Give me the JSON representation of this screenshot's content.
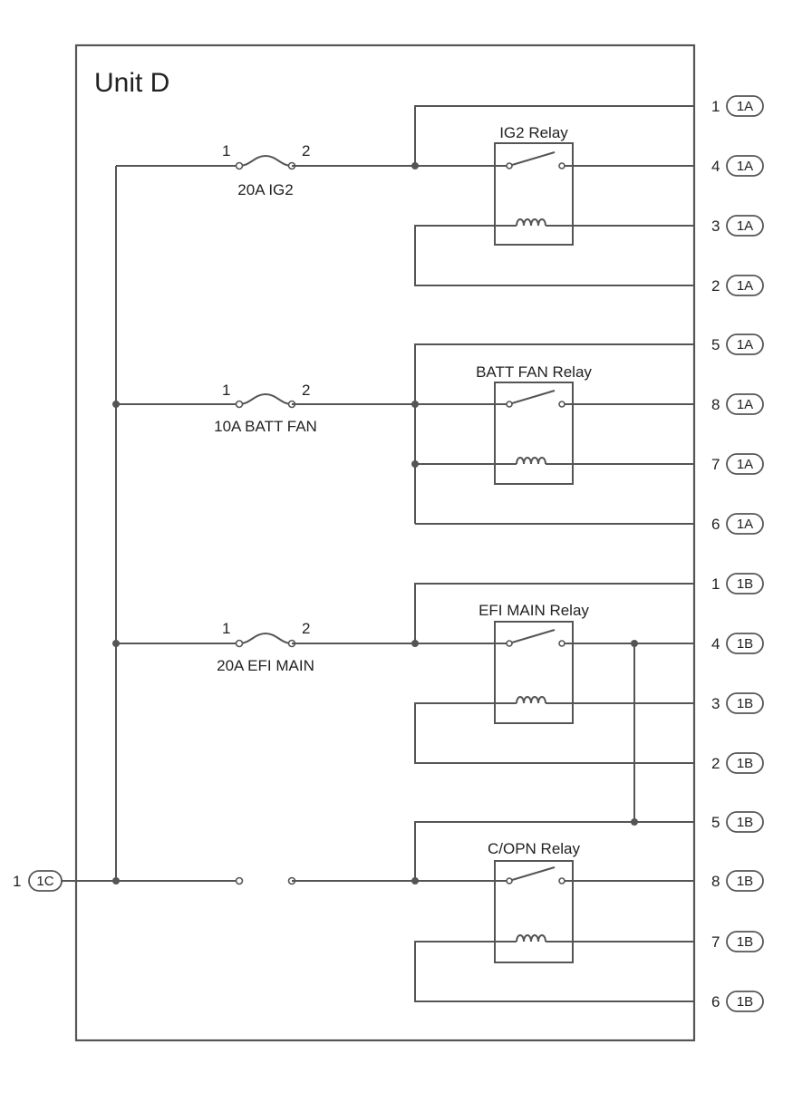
{
  "unit_title": "Unit D",
  "fuses": [
    {
      "label": "20A IG2",
      "pin_in": "1",
      "pin_out": "2"
    },
    {
      "label": "10A BATT FAN",
      "pin_in": "1",
      "pin_out": "2"
    },
    {
      "label": "20A EFI MAIN",
      "pin_in": "1",
      "pin_out": "2"
    }
  ],
  "relays": [
    {
      "label": "IG2 Relay"
    },
    {
      "label": "BATT FAN Relay"
    },
    {
      "label": "EFI MAIN Relay"
    },
    {
      "label": "C/OPN Relay"
    }
  ],
  "connectors_right": [
    {
      "pin": "1",
      "conn": "1A"
    },
    {
      "pin": "4",
      "conn": "1A"
    },
    {
      "pin": "3",
      "conn": "1A"
    },
    {
      "pin": "2",
      "conn": "1A"
    },
    {
      "pin": "5",
      "conn": "1A"
    },
    {
      "pin": "8",
      "conn": "1A"
    },
    {
      "pin": "7",
      "conn": "1A"
    },
    {
      "pin": "6",
      "conn": "1A"
    },
    {
      "pin": "1",
      "conn": "1B"
    },
    {
      "pin": "4",
      "conn": "1B"
    },
    {
      "pin": "3",
      "conn": "1B"
    },
    {
      "pin": "2",
      "conn": "1B"
    },
    {
      "pin": "5",
      "conn": "1B"
    },
    {
      "pin": "8",
      "conn": "1B"
    },
    {
      "pin": "7",
      "conn": "1B"
    },
    {
      "pin": "6",
      "conn": "1B"
    }
  ],
  "connector_left": {
    "pin": "1",
    "conn": "1C"
  }
}
